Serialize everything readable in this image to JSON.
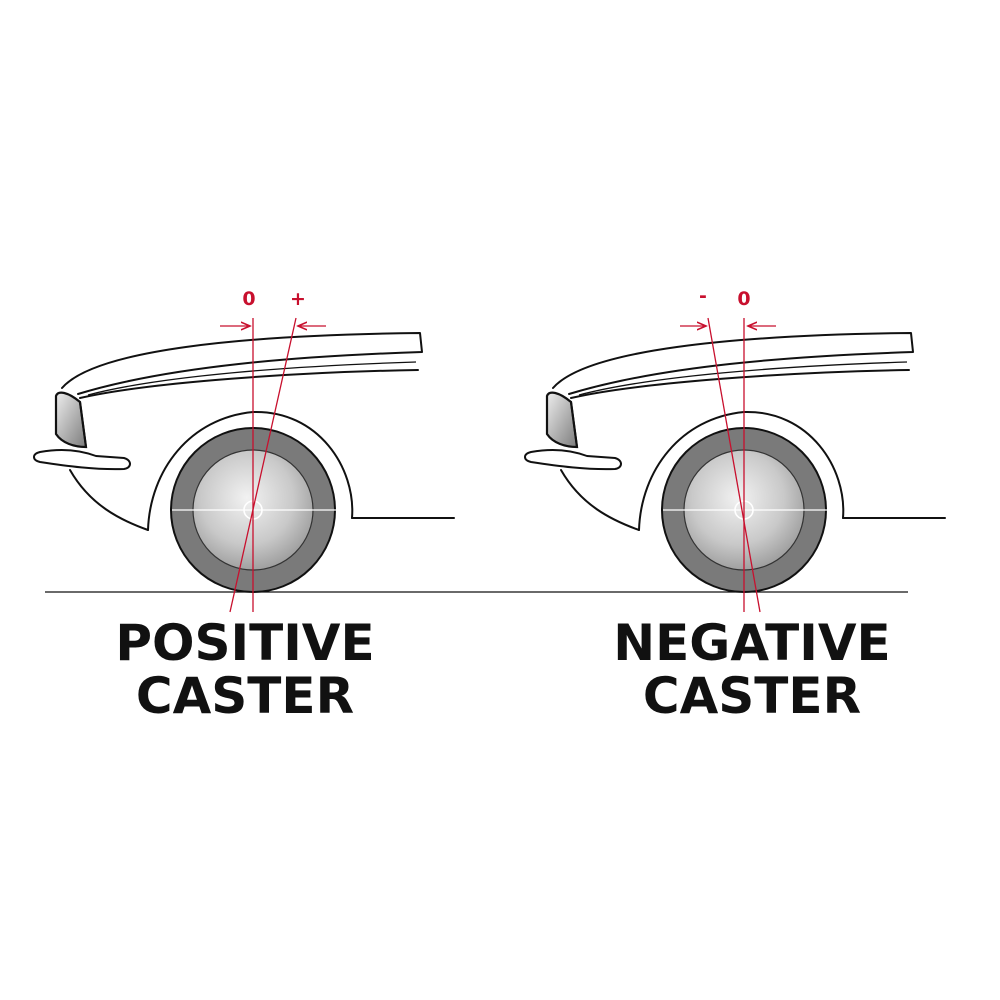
{
  "panels": [
    {
      "id": "positive",
      "caption_line1": "POSITIVE",
      "caption_line2": "CASTER",
      "marker_left": "0",
      "marker_right": "+"
    },
    {
      "id": "negative",
      "caption_line1": "NEGATIVE",
      "caption_line2": "CASTER",
      "marker_left": "-",
      "marker_right": "0"
    }
  ],
  "colors": {
    "accent_red": "#c8102e",
    "ink": "#111111",
    "tire": "#7a7a7a",
    "hub": "#bdbdbd"
  }
}
